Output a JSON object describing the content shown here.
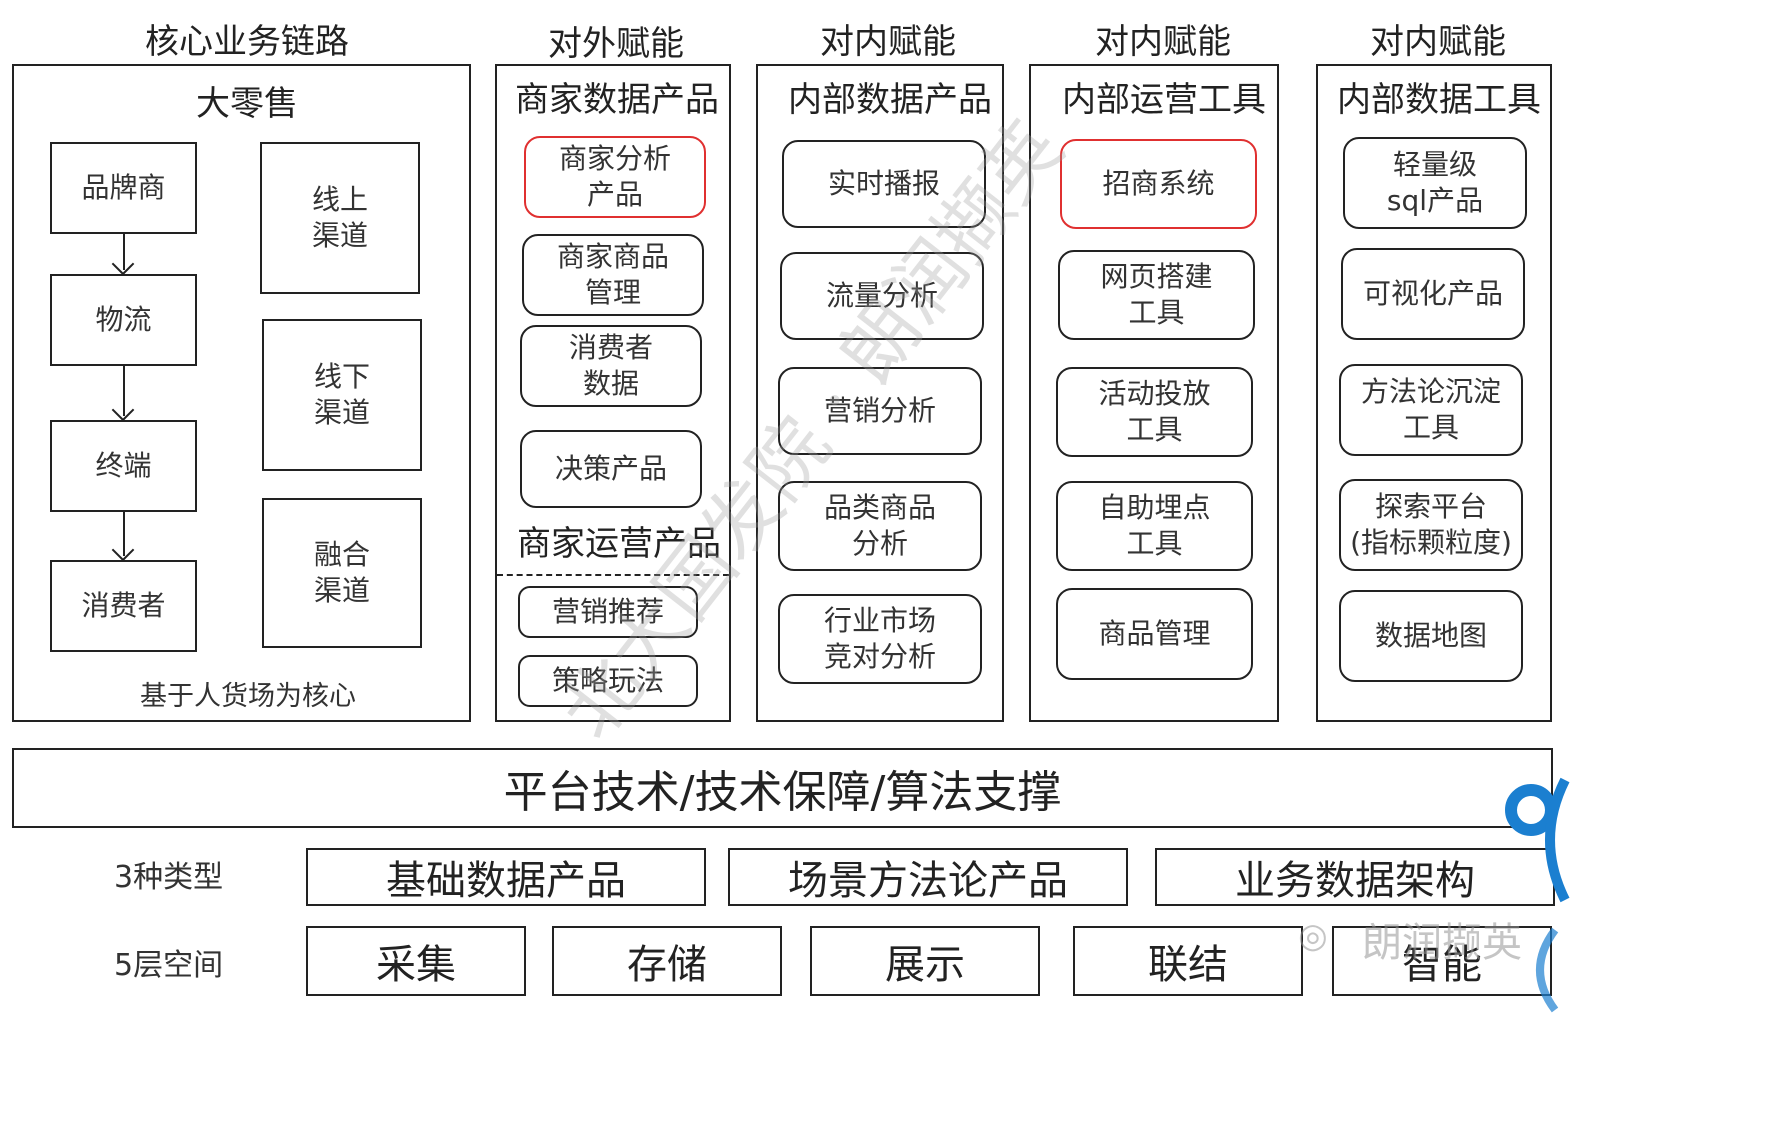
{
  "headers": {
    "core": "核心业务链路",
    "external": "对外赋能",
    "internal1": "对内赋能",
    "internal2": "对内赋能",
    "internal3": "对内赋能"
  },
  "retail": {
    "title": "大零售",
    "chain": [
      "品牌商",
      "物流",
      "终端",
      "消费者"
    ],
    "channels": [
      "线上\n渠道",
      "线下\n渠道",
      "融合\n渠道"
    ],
    "caption": "基于人货场为核心"
  },
  "merchant": {
    "title": "商家数据产品",
    "items": [
      "商家分析\n产品",
      "商家商品\n管理",
      "消费者\n数据",
      "决策产品"
    ],
    "ops_title": "商家运营产品",
    "ops_items": [
      "营销推荐",
      "策略玩法"
    ]
  },
  "internal_data": {
    "title": "内部数据产品",
    "items": [
      "实时播报",
      "流量分析",
      "营销分析",
      "品类商品\n分析",
      "行业市场\n竞对分析"
    ]
  },
  "internal_ops": {
    "title": "内部运营工具",
    "items": [
      "招商系统",
      "网页搭建\n工具",
      "活动投放\n工具",
      "自助埋点\n工具",
      "商品管理"
    ]
  },
  "internal_tools": {
    "title": "内部数据工具",
    "items": [
      "轻量级\nsql产品",
      "可视化产品",
      "方法论沉淀\n工具",
      "探索平台\n(指标颗粒度)",
      "数据地图"
    ]
  },
  "platform": "平台技术/技术保障/算法支撑",
  "types": {
    "label": "3种类型",
    "items": [
      "基础数据产品",
      "场景方法论产品",
      "业务数据架构"
    ]
  },
  "layers": {
    "label": "5层空间",
    "items": [
      "采集",
      "存储",
      "展示",
      "联结",
      "智能"
    ]
  },
  "watermarks": {
    "diagonal": "北大国发院 · 朗润撷英",
    "bottom_right": "朗润撷英"
  },
  "colors": {
    "highlight": "#e03030",
    "line": "#222222"
  }
}
